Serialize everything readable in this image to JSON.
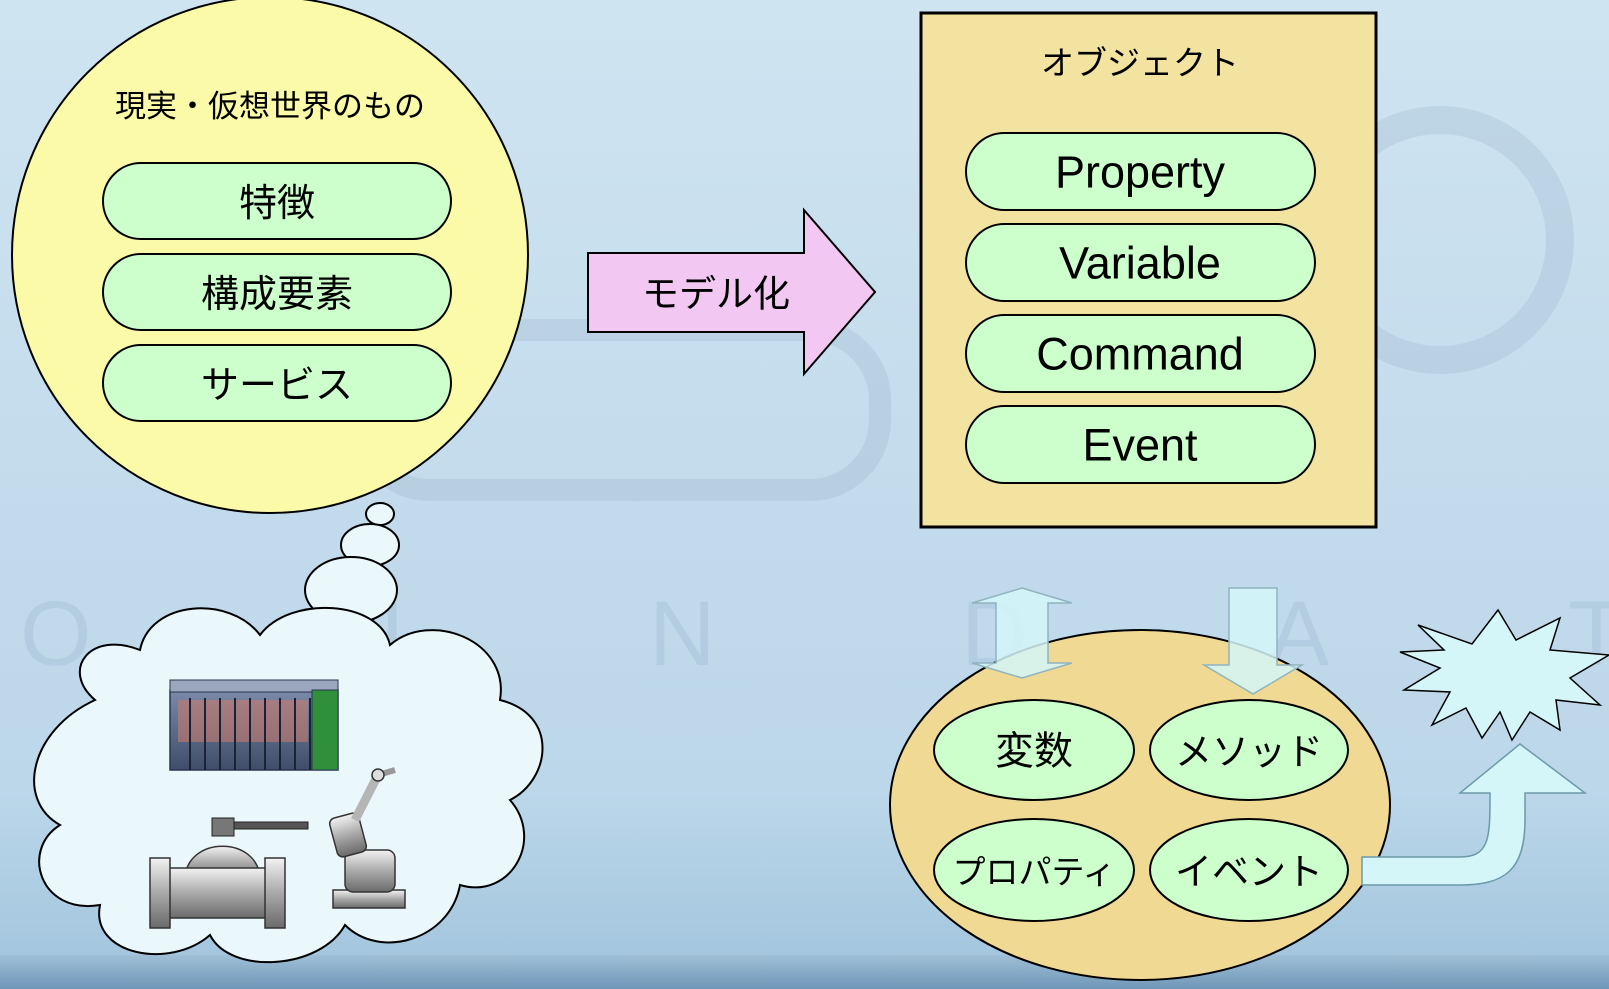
{
  "real_world": {
    "title": "現実・仮想世界のもの",
    "items": [
      "特徴",
      "構成要素",
      "サービス"
    ]
  },
  "modeling_arrow": {
    "label": "モデル化"
  },
  "object_box": {
    "title": "オブジェクト",
    "items": [
      "Property",
      "Variable",
      "Command",
      "Event"
    ]
  },
  "implementation": {
    "items": [
      "変数",
      "メソッド",
      "プロパティ",
      "イベント"
    ]
  },
  "colors": {
    "circle_fill": "#fafaa8",
    "pill_fill": "#ccffcc",
    "object_fill": "#f2e3a0",
    "ellipse_fill": "#efd993",
    "arrow_fill": "#f2c8f2",
    "cyan_fill": "#d4f6f8"
  }
}
